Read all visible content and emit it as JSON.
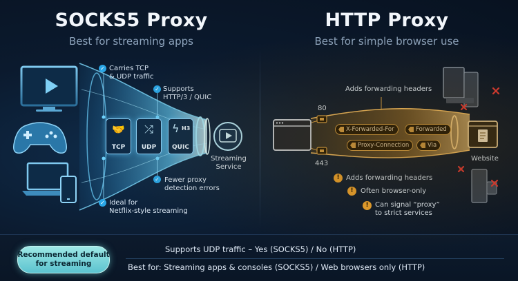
{
  "left": {
    "title": "SOCKS5 Proxy",
    "subtitle": "Best for streaming apps",
    "notes": {
      "tcp_udp": "Carries TCP\n& UDP traffic",
      "http3": "Supports\nHTTP/3 / QUIC",
      "fewer_errors": "Fewer proxy\ndetection errors",
      "netflix": "Ideal for\nNetflix-style streaming"
    },
    "tiles": [
      "TCP",
      "UDP",
      "QUIC"
    ],
    "quic_badge": "H3",
    "destination": "Streaming\nService"
  },
  "right": {
    "title": "HTTP Proxy",
    "subtitle": "Best for simple browser use",
    "headers_label": "Adds forwarding headers",
    "ports": [
      "80",
      "443"
    ],
    "chips": [
      "X-Forwarded-For",
      "Forwarded",
      "Proxy-Connection",
      "Via"
    ],
    "destination": "Website",
    "warnings": [
      "Adds forwarding headers",
      "Often browser-only",
      "Can signal “proxy”\nto strict services"
    ]
  },
  "bottom": {
    "pill": "Recommended default\nfor streaming",
    "line1": "Supports UDP traffic – Yes (SOCKS5) / No (HTTP)",
    "line2": "Best for: Streaming apps & consoles (SOCKS5) / Web browsers only (HTTP)"
  },
  "colors": {
    "accent_blue": "#5fc8ff",
    "accent_amber": "#f0a630",
    "cross_red": "#e53935"
  }
}
